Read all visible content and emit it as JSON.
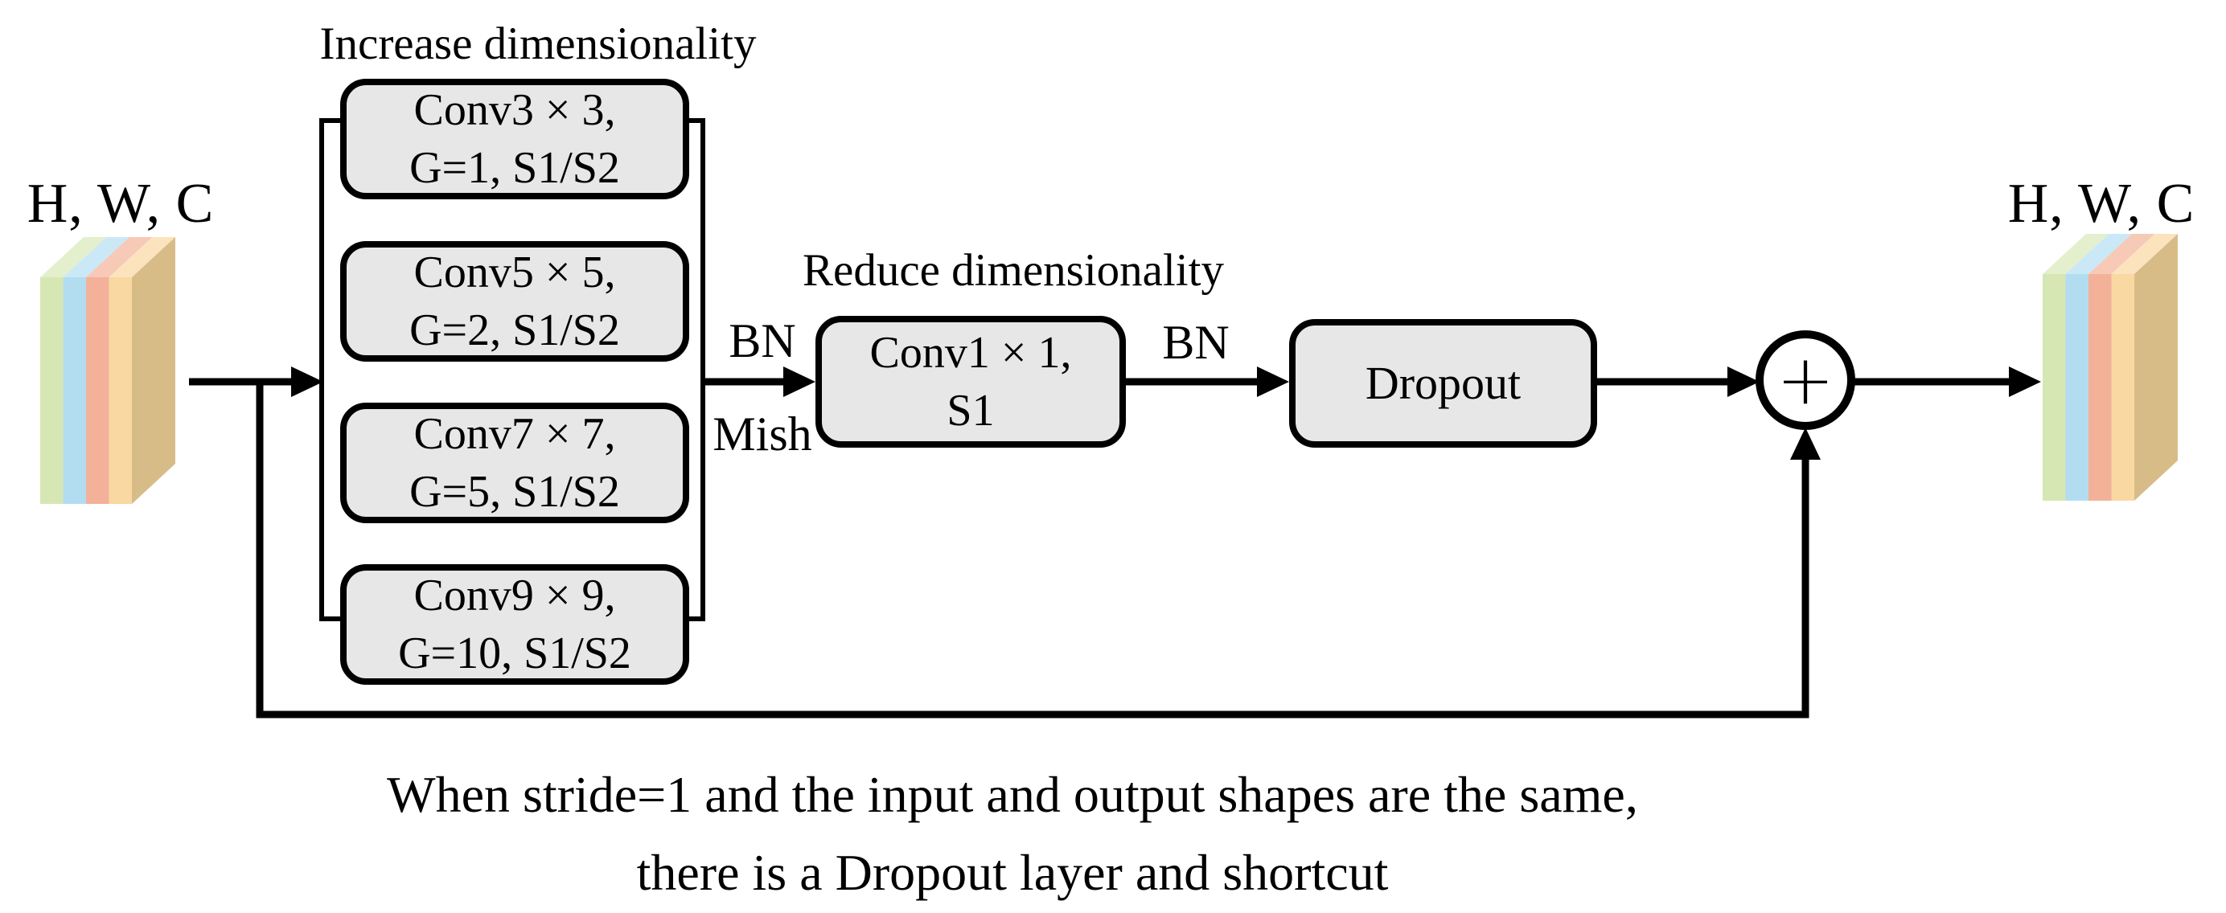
{
  "labels": {
    "input_shape": "H, W, C",
    "output_shape": "H, W, C",
    "increase_dimensionality": "Increase dimensionality",
    "reduce_dimensionality": "Reduce dimensionality",
    "bn_pre": "BN",
    "mish": "Mish",
    "bn_post": "BN",
    "plus": "+"
  },
  "branches": [
    {
      "line1": "Conv3 × 3,",
      "line2": "G=1, S1/S2"
    },
    {
      "line1": "Conv5 × 5,",
      "line2": "G=2, S1/S2"
    },
    {
      "line1": "Conv7 × 7,",
      "line2": "G=5, S1/S2"
    },
    {
      "line1": "Conv9 × 9,",
      "line2": "G=10, S1/S2"
    }
  ],
  "reduce_box": {
    "line1": "Conv1 × 1,",
    "line2": "S1"
  },
  "dropout_box": {
    "label": "Dropout"
  },
  "caption": {
    "line1": "When stride=1 and the input and output shapes are the same,",
    "line2": "there is a Dropout layer and shortcut"
  },
  "colors": {
    "line": "#000000",
    "box_fill": "#e7e7e7",
    "stripe_green": "#d6e7b4",
    "stripe_green_top": "#e4efcd",
    "stripe_blue": "#b2ddf1",
    "stripe_blue_top": "#cbe8f6",
    "stripe_salmon": "#f3b19a",
    "stripe_salmon_top": "#f7c9b7",
    "stripe_peach": "#f9d8a1",
    "stripe_peach_top": "#fbe3bd",
    "side_tan": "#d8bc88"
  }
}
